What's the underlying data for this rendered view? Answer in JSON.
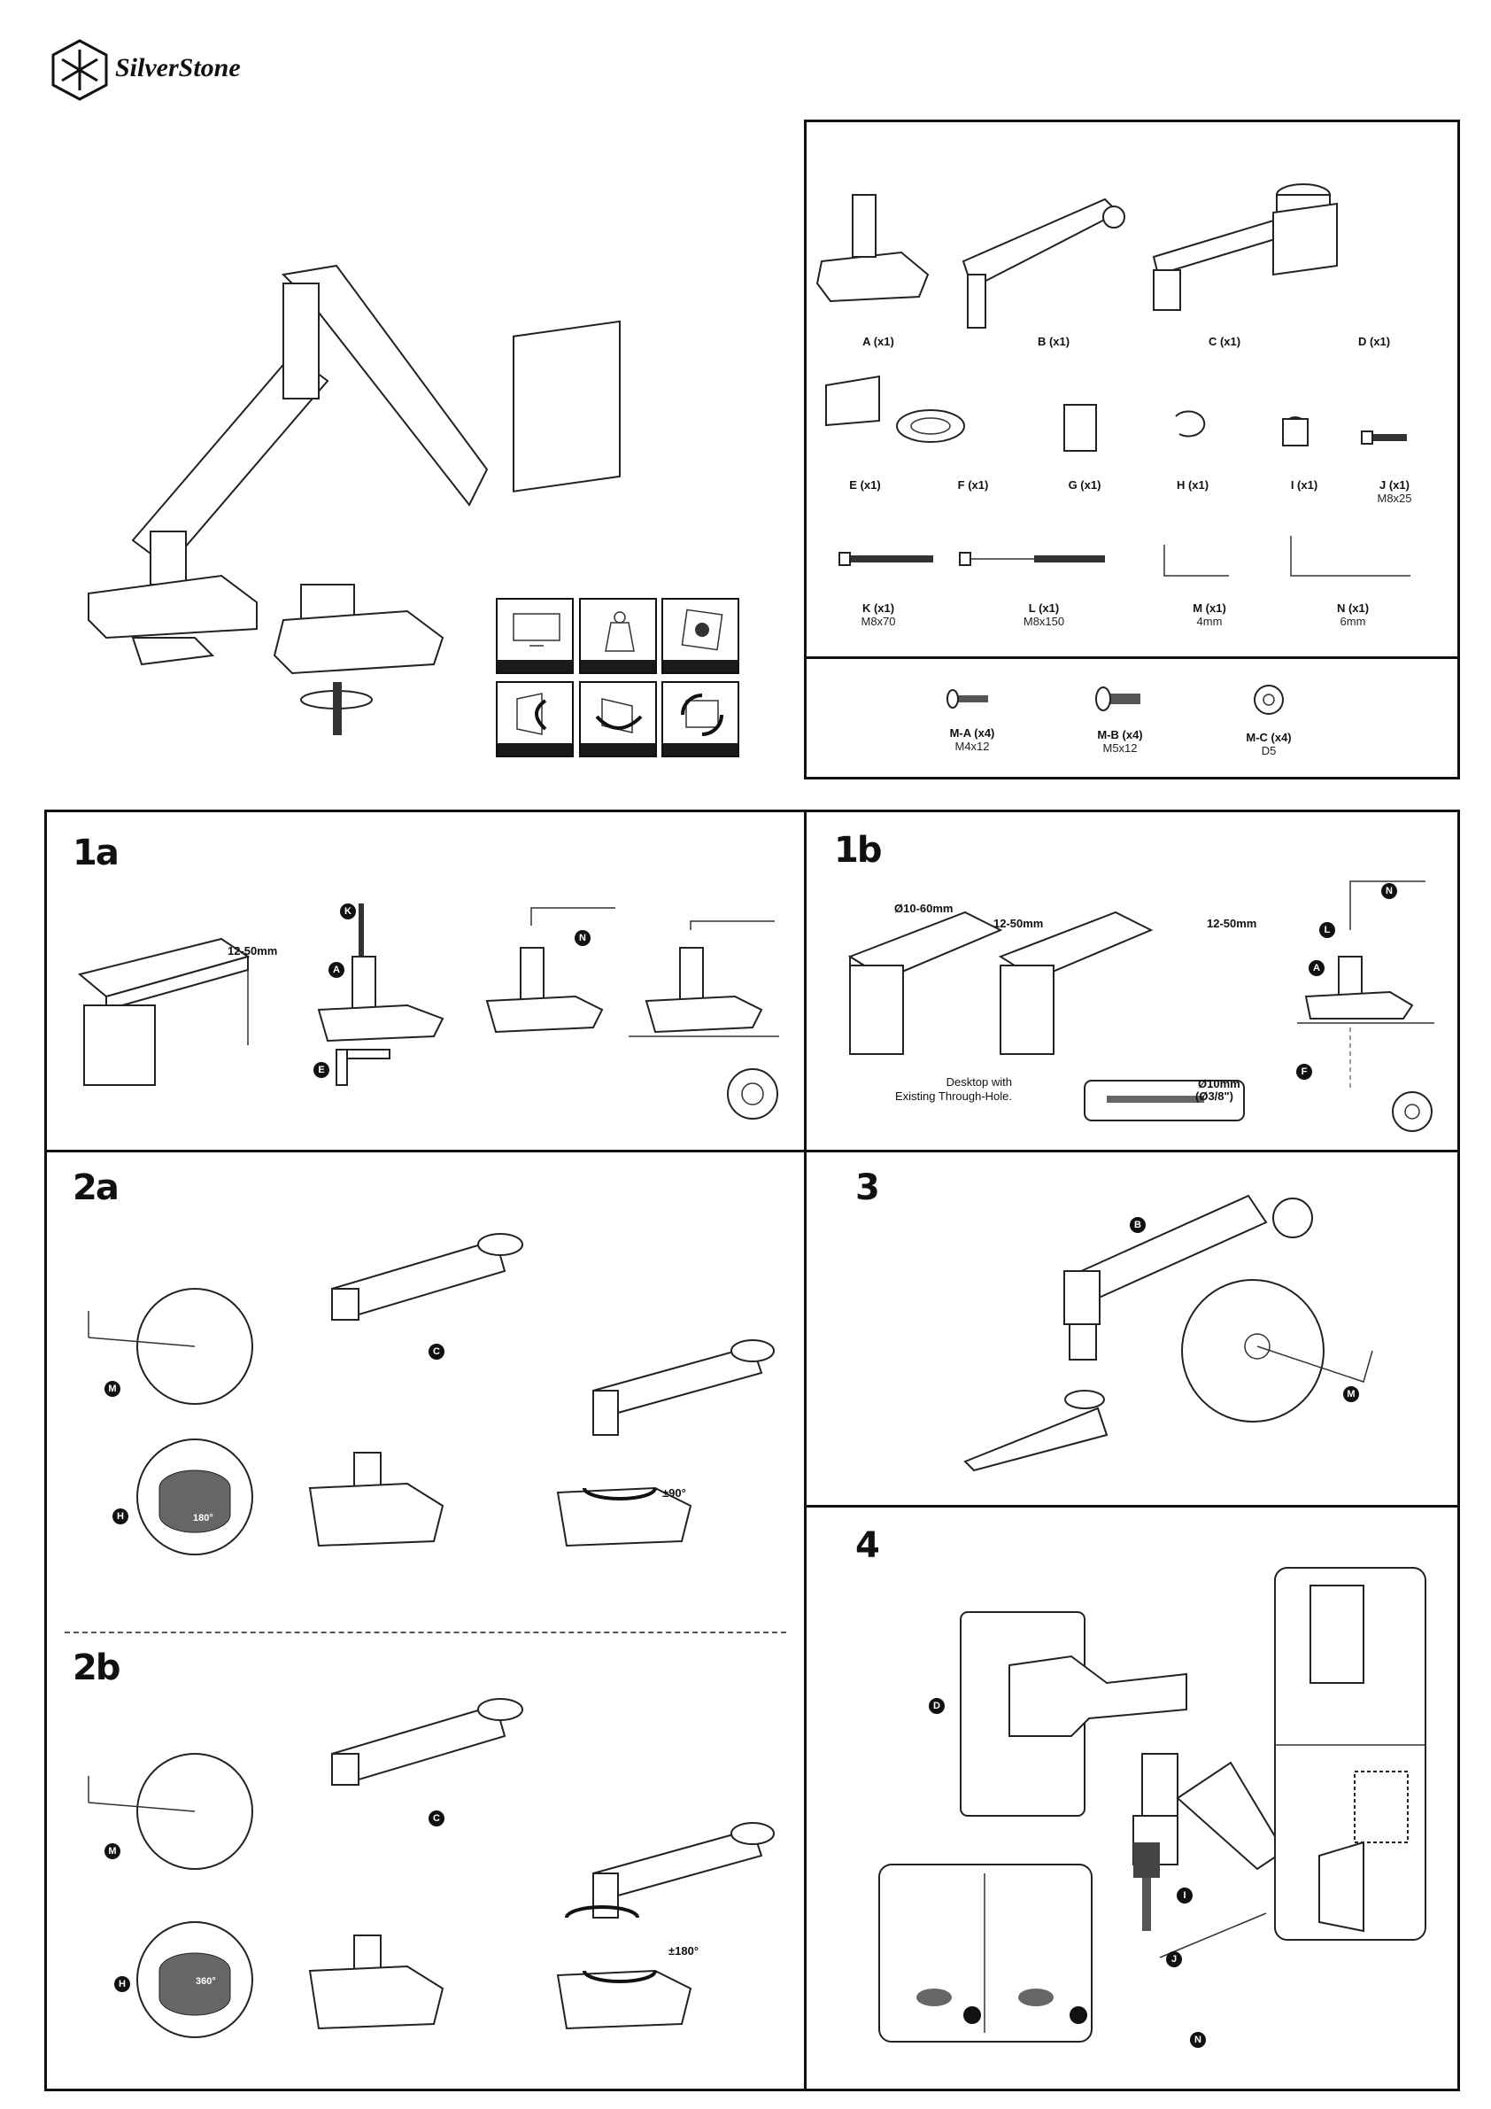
{
  "brand": {
    "name": "SilverStone"
  },
  "parts": [
    {
      "label": "A (x1)"
    },
    {
      "label": "B (x1)"
    },
    {
      "label": "C (x1)"
    },
    {
      "label": "D (x1)"
    },
    {
      "label": "E (x1)"
    },
    {
      "label": "F (x1)"
    },
    {
      "label": "G (x1)"
    },
    {
      "label": "H (x1)"
    },
    {
      "label": "I (x1)"
    },
    {
      "label": "J (x1)",
      "spec": "M8x25"
    },
    {
      "label": "K (x1)",
      "spec": "M8x70"
    },
    {
      "label": "L (x1)",
      "spec": "M8x150"
    },
    {
      "label": "M (x1)",
      "spec": "4mm"
    },
    {
      "label": "N (x1)",
      "spec": "6mm"
    },
    {
      "label": "M-A (x4)",
      "spec": "M4x12"
    },
    {
      "label": "M-B (x4)",
      "spec": "M5x12"
    },
    {
      "label": "M-C (x4)",
      "spec": "D5"
    }
  ],
  "feature_icons": [
    "monitor-icon",
    "weight-icon",
    "vesa-icon",
    "tilt-icon",
    "swivel-icon",
    "rotate-icon"
  ],
  "steps": {
    "s1a": {
      "title": "1a",
      "desk_thickness": "12-50mm",
      "callouts": [
        "K",
        "A",
        "N",
        "E"
      ]
    },
    "s1b": {
      "title": "1b",
      "hole_size": "Ø10-60mm",
      "desk_thickness": "12-50mm",
      "desk_thickness_2": "12-50mm",
      "caption_1": "Desktop with",
      "caption_2": "Existing Through-Hole.",
      "drill_size": "Ø10mm",
      "drill_size_in": "(Ø3/8\")",
      "callouts": [
        "N",
        "L",
        "A",
        "F"
      ]
    },
    "s2a": {
      "title": "2a",
      "angle_ring": "180°",
      "rotation": "±90°",
      "callouts": [
        "M",
        "C",
        "H"
      ]
    },
    "s2b": {
      "title": "2b",
      "angle_ring": "360°",
      "rotation": "±180°",
      "callouts": [
        "M",
        "C",
        "H"
      ]
    },
    "s3": {
      "title": "3",
      "callouts": [
        "B",
        "M"
      ]
    },
    "s4": {
      "title": "4",
      "callouts": [
        "D",
        "I",
        "J",
        "N"
      ]
    }
  }
}
